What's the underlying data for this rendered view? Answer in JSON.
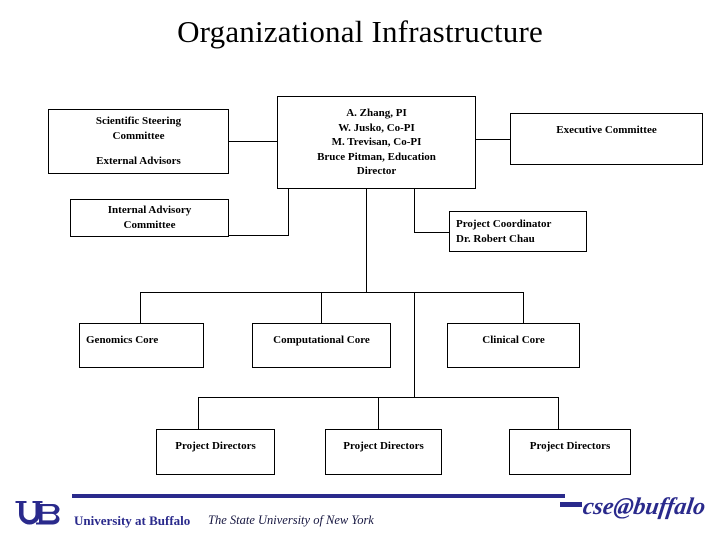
{
  "slide": {
    "title": "Organizational Infrastructure",
    "background": "#ffffff",
    "accent_color": "#2a2a8c"
  },
  "boxes": [
    {
      "id": "scientific-steering",
      "lines": [
        "Scientific Steering",
        "Committee",
        "",
        "External Advisors"
      ],
      "align": "center"
    },
    {
      "id": "leadership",
      "lines": [
        "A. Zhang, PI",
        "W. Jusko, Co-PI",
        "M. Trevisan, Co-PI",
        "Bruce Pitman, Education",
        "Director"
      ],
      "align": "center"
    },
    {
      "id": "executive-committee",
      "lines": [
        "Executive Committee"
      ],
      "align": "center"
    },
    {
      "id": "internal-advisory",
      "lines": [
        "Internal Advisory",
        "Committee"
      ],
      "align": "center"
    },
    {
      "id": "project-coordinator",
      "lines": [
        "Project Coordinator",
        "Dr. Robert Chau"
      ],
      "align": "left"
    },
    {
      "id": "genomics-core",
      "lines": [
        "Genomics Core"
      ],
      "align": "left"
    },
    {
      "id": "computational-core",
      "lines": [
        "Computational Core"
      ],
      "align": "center"
    },
    {
      "id": "clinical-core",
      "lines": [
        "Clinical Core"
      ],
      "align": "center"
    },
    {
      "id": "project-directors-1",
      "lines": [
        "Project Directors"
      ],
      "align": "center"
    },
    {
      "id": "project-directors-2",
      "lines": [
        "Project Directors"
      ],
      "align": "center"
    },
    {
      "id": "project-directors-3",
      "lines": [
        "Project Directors"
      ],
      "align": "center"
    }
  ],
  "text": {
    "scientific_steering_l1": "Scientific Steering",
    "scientific_steering_l2": "Committee",
    "external_advisors": "External Advisors",
    "leadership_l1": "A. Zhang, PI",
    "leadership_l2": "W. Jusko, Co-PI",
    "leadership_l3": "M. Trevisan, Co-PI",
    "leadership_l4": "Bruce Pitman, Education",
    "leadership_l5": "Director",
    "executive_committee": "Executive Committee",
    "internal_advisory_l1": "Internal Advisory",
    "internal_advisory_l2": "Committee",
    "project_coordinator_l1": "Project Coordinator",
    "project_coordinator_l2": "Dr. Robert Chau",
    "genomics_core": "Genomics Core",
    "computational_core": "Computational Core",
    "clinical_core": "Clinical Core",
    "project_directors_1": "Project Directors",
    "project_directors_2": "Project Directors",
    "project_directors_3": "Project Directors"
  },
  "footer": {
    "university_name": "University at Buffalo",
    "university_tagline": "The State University of New York",
    "logo_text": "UB",
    "department_logo_text": "cse@buffalo",
    "rule_color": "#2a2a8c",
    "name_color": "#2a2a8c",
    "tagline_color": "#15153f"
  }
}
